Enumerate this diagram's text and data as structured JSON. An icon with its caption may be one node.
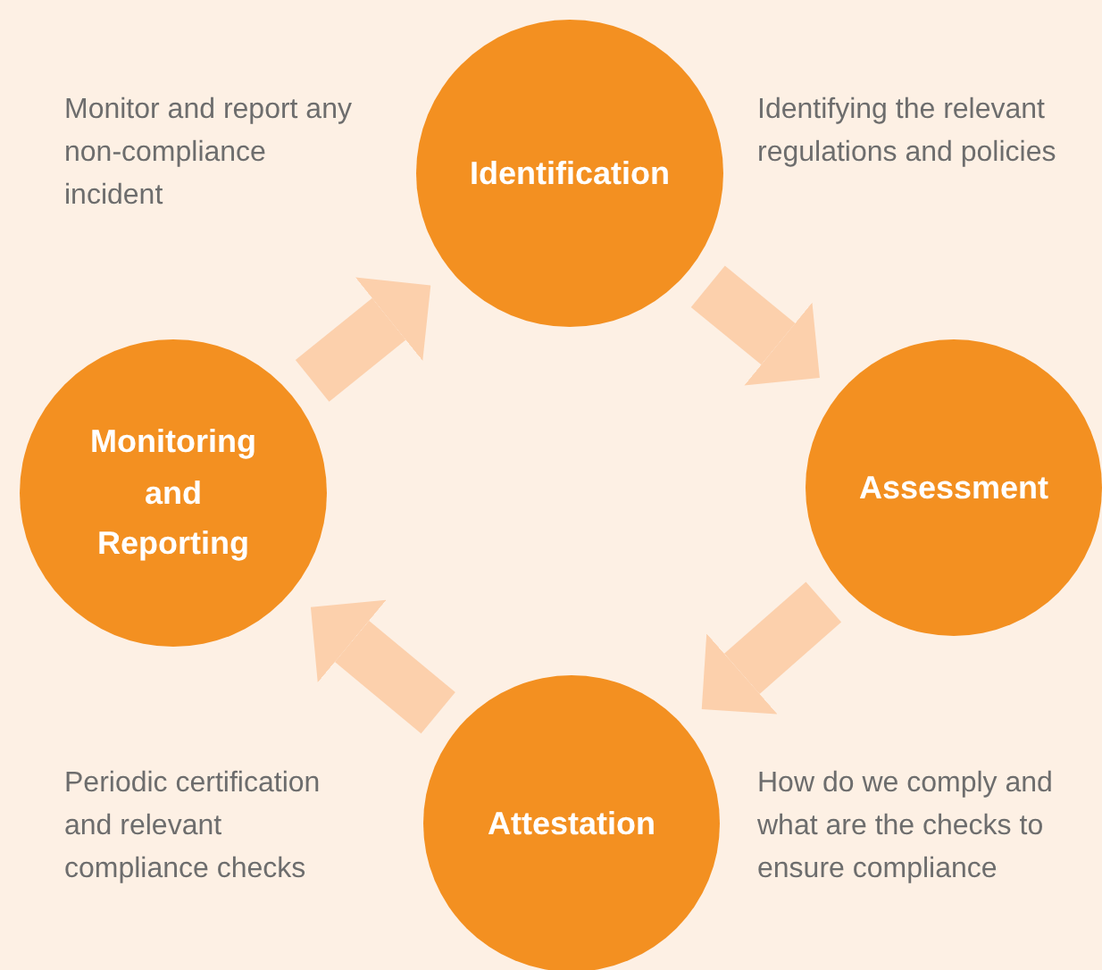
{
  "diagram": {
    "nodes": [
      {
        "text": [
          "Identification"
        ],
        "beside": [
          "Identifying the relevant regulations and policies"
        ]
      },
      {
        "text": [
          "Assessment"
        ]
      },
      {
        "text": [
          "Attestation"
        ],
        "beside": [
          "Periodic certification and relevant compliance checks"
        ]
      },
      {
        "text": [
          "Monitoring and Reporting"
        ]
      }
    ],
    "edges": [
      {
        "from": 0,
        "to": 1,
        "arrow": "to"
      },
      {
        "from": 1,
        "to": 2,
        "arrow": "to"
      },
      {
        "from": 2,
        "to": 3,
        "arrow": "to"
      },
      {
        "from": 3,
        "to": 0,
        "arrow": "to"
      }
    ],
    "labels": [
      "Monitor and report any non-compliance incident",
      "How do we comply and what are the checks to ensure compliance"
    ]
  }
}
